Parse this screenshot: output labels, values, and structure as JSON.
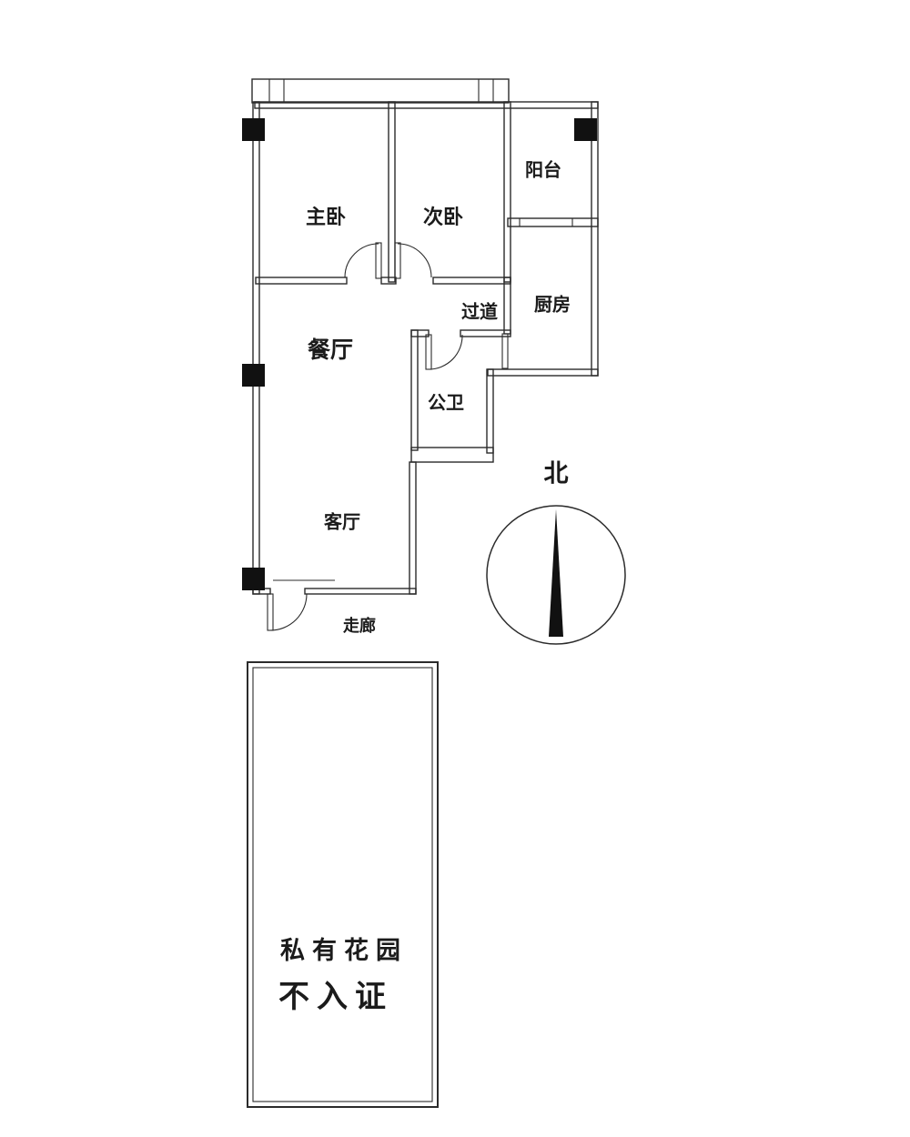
{
  "colors": {
    "background": "#ffffff",
    "line": "#2b2b2b",
    "column_fill": "#111111",
    "text": "#1b1b1b"
  },
  "floorplan": {
    "rooms": [
      {
        "id": "master-bedroom",
        "label": "主卧"
      },
      {
        "id": "second-bedroom",
        "label": "次卧"
      },
      {
        "id": "balcony",
        "label": "阳台"
      },
      {
        "id": "kitchen",
        "label": "厨房"
      },
      {
        "id": "hallway",
        "label": "过道"
      },
      {
        "id": "dining-room",
        "label": "餐厅"
      },
      {
        "id": "bathroom",
        "label": "公卫"
      },
      {
        "id": "living-room",
        "label": "客厅"
      },
      {
        "id": "corridor",
        "label": "走廊"
      }
    ],
    "compass": {
      "label": "北"
    },
    "garden": {
      "line1": "私有花园",
      "line2": "不入证"
    }
  }
}
